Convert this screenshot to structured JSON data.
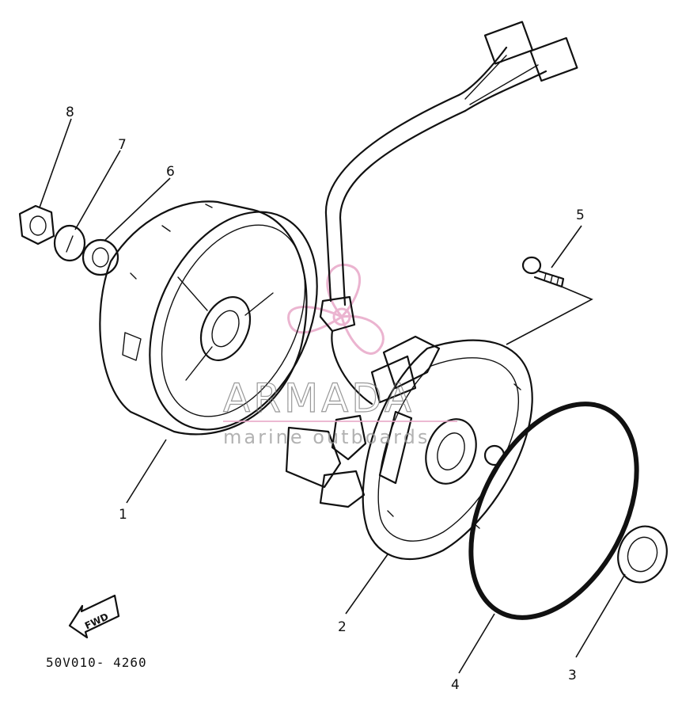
{
  "diagram": {
    "part_code": "50V010- 4260",
    "direction_marker": "FWD",
    "watermark": {
      "brand": "ARMADA",
      "tagline": "marine outboards",
      "logo_color": "#e8a8c8"
    },
    "callouts": [
      {
        "id": "1",
        "label": "1"
      },
      {
        "id": "2",
        "label": "2"
      },
      {
        "id": "3",
        "label": "3"
      },
      {
        "id": "4",
        "label": "4"
      },
      {
        "id": "5",
        "label": "5"
      },
      {
        "id": "6",
        "label": "6"
      },
      {
        "id": "7",
        "label": "7"
      },
      {
        "id": "8",
        "label": "8"
      }
    ]
  }
}
